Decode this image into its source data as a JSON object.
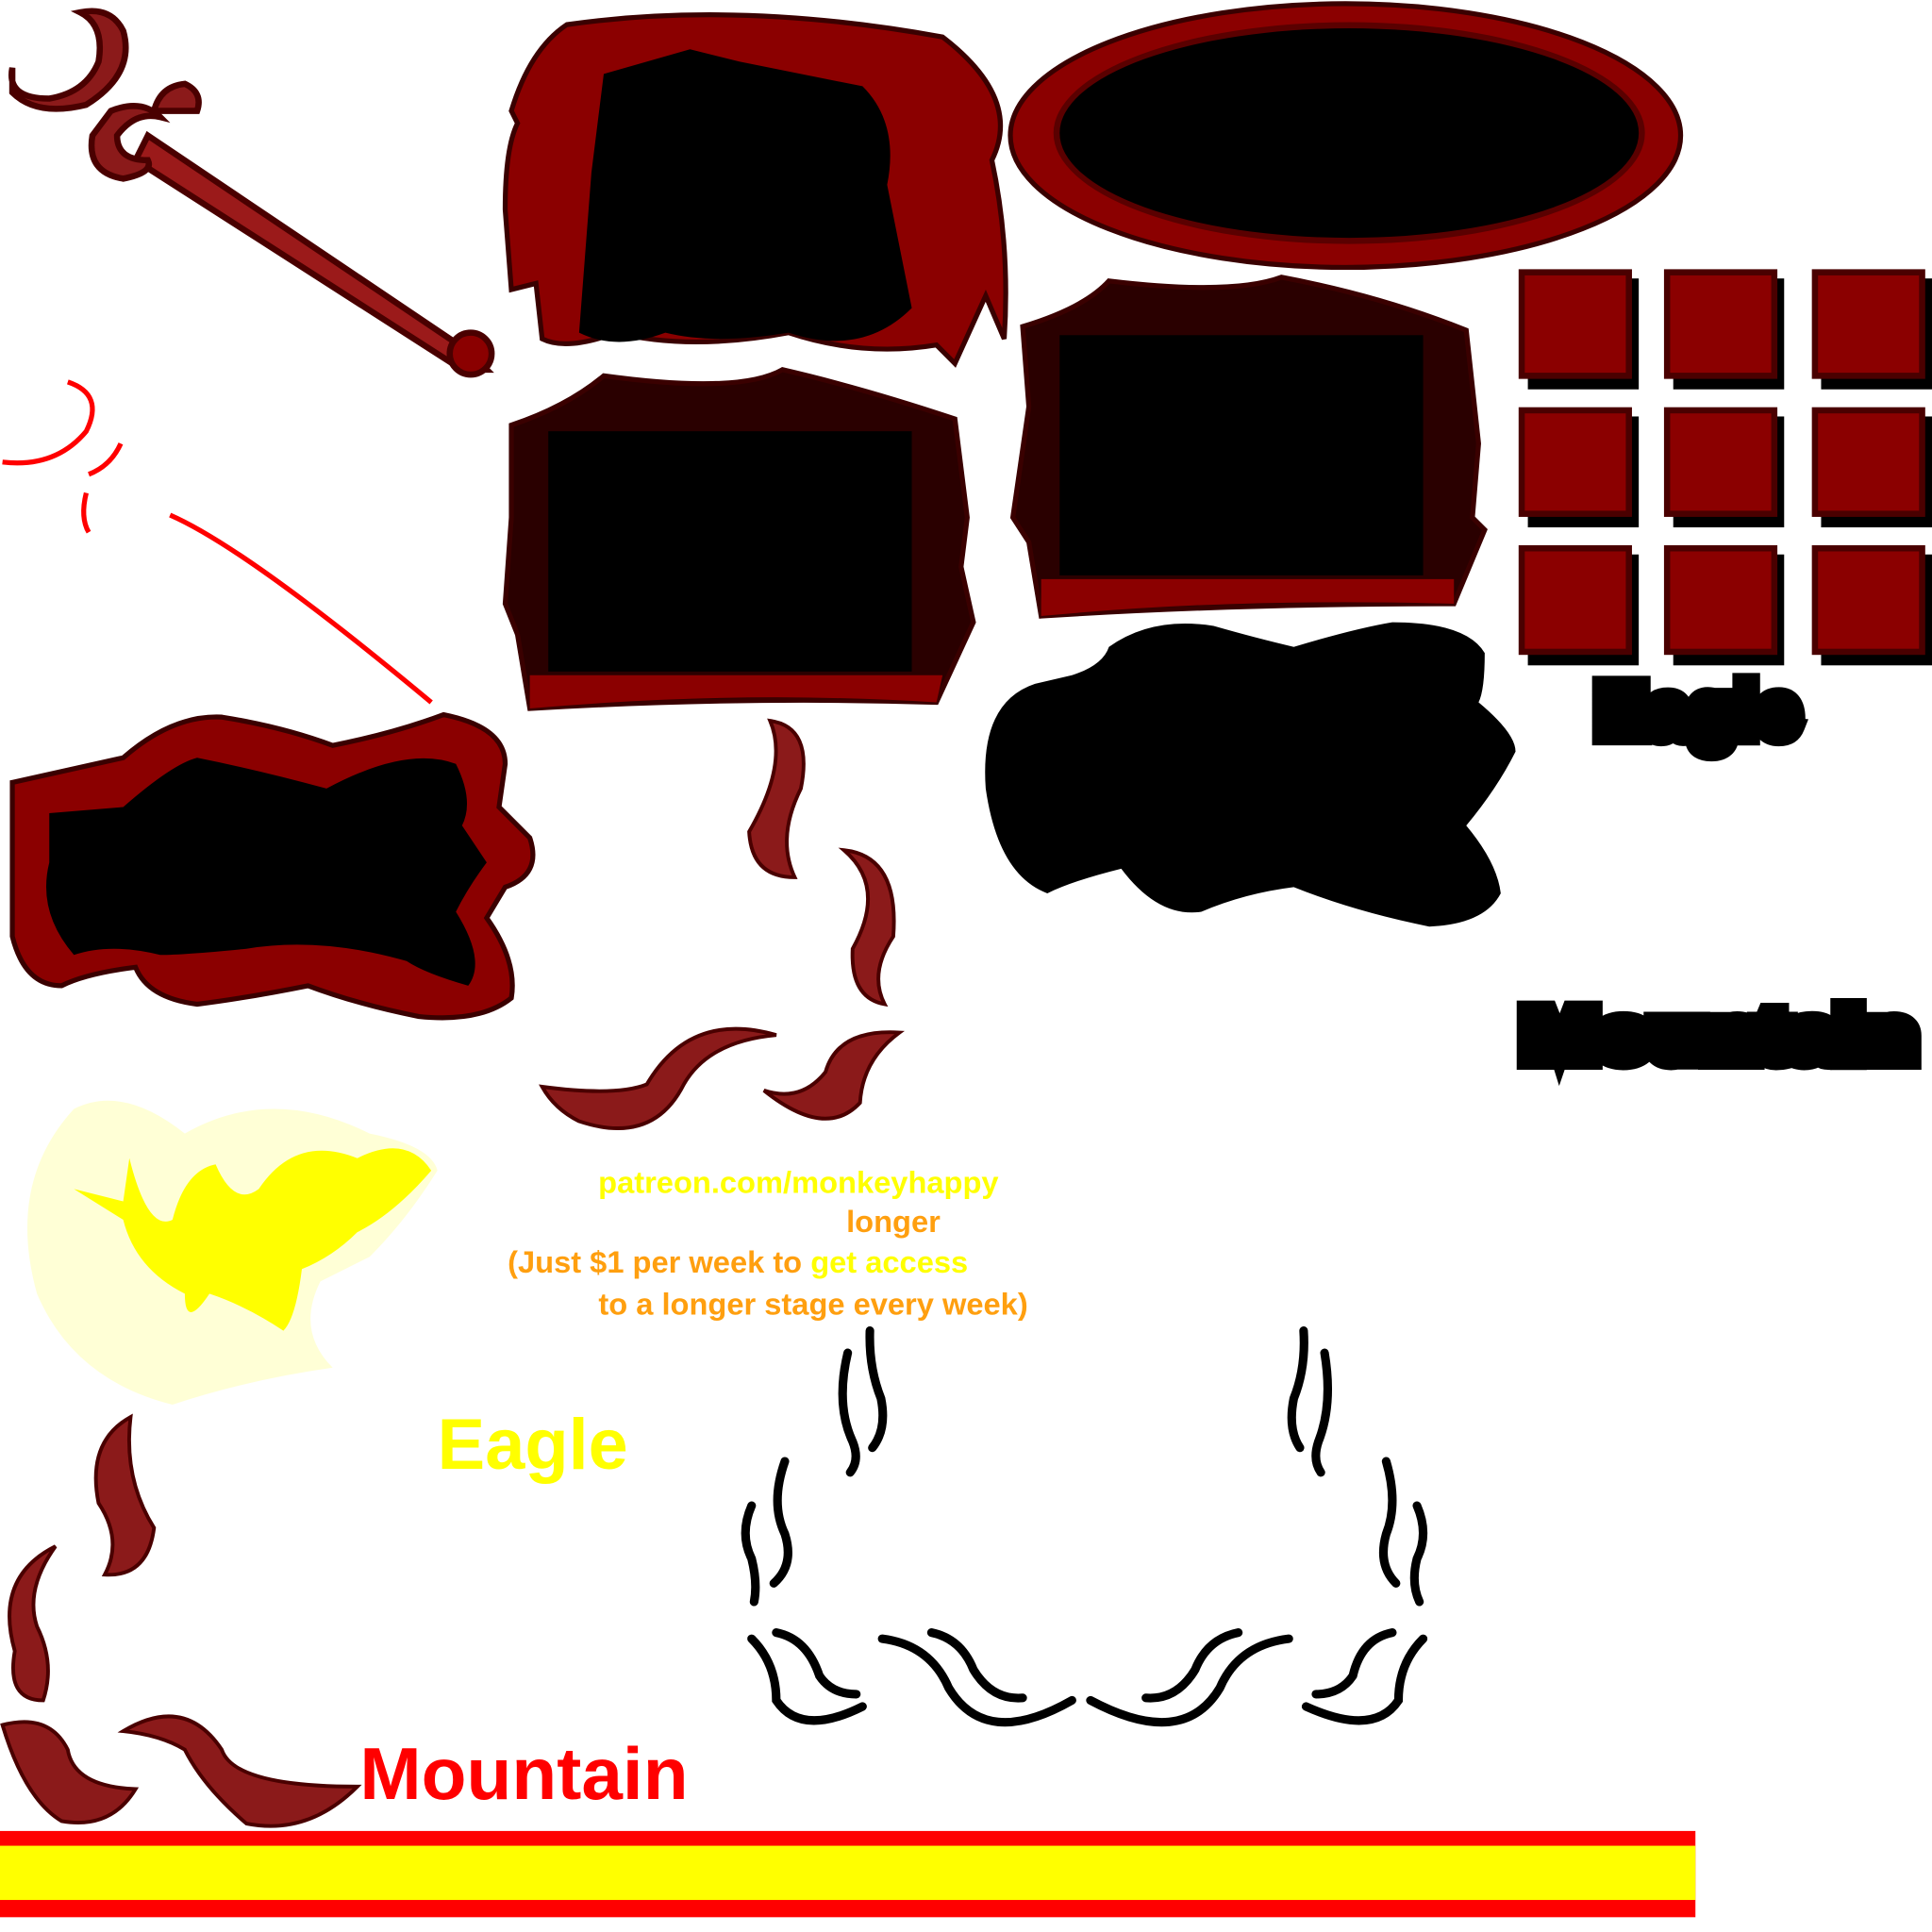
{
  "sheet": {
    "promo": {
      "url": "patreon.com/monkeyhappy",
      "word": "longer",
      "line1_a": "(Just $1 per week to ",
      "line1_b": "get access",
      "line2": "to a longer stage every week)"
    },
    "labels": {
      "eagle_yellow": "Eagle",
      "mountain_red": "Mountain",
      "eagle_black": "Eagle",
      "mountain_black": "Mountain"
    },
    "colors": {
      "dark_red": "#8b0000",
      "deep_red": "#5a0000",
      "red": "#ff0000",
      "yellow": "#ffff00",
      "orange": "#ff9f0f",
      "black": "#000000"
    }
  }
}
